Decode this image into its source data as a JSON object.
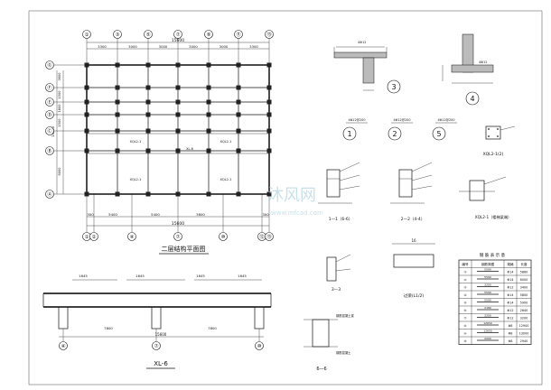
{
  "plan": {
    "top_axes": [
      "①",
      "③",
      "⑤",
      "⑦",
      "⑨",
      "⑪",
      "⑬"
    ],
    "bottom_axes": [
      "①",
      "②",
      "④",
      "⑦",
      "⑩",
      "⑫",
      "⑬"
    ],
    "left_axes": [
      "Ⓖ",
      "Ⓕ",
      "Ⓔ",
      "Ⓓ",
      "Ⓒ",
      "Ⓑ",
      "Ⓐ"
    ],
    "top_total": "15600",
    "top_dims": [
      "3300",
      "3000",
      "3000",
      "3000",
      "3000",
      "3300"
    ],
    "bottom_total": "15600",
    "bottom_dims": [
      "300",
      "5400",
      "5400",
      "3600",
      "300"
    ],
    "left_total": "13500",
    "left_dims": [
      "3600",
      "1500",
      "1800",
      "1500",
      "6000"
    ],
    "beam_labels": [
      "XQL2-1",
      "XQL2-1",
      "XL-6",
      "XQL2-1",
      "XQL2-1"
    ],
    "title": "二层结构平面图"
  },
  "sections_top": {
    "num3": "3",
    "num4": "4"
  },
  "circled": [
    {
      "num": "1",
      "tag": "4Φ12@200"
    },
    {
      "num": "2",
      "tag": "4Φ12@200"
    },
    {
      "num": "5",
      "tag": "4Φ12@200"
    }
  ],
  "mid": {
    "sec11": "1—1（6-6）",
    "sec22": "2—2（4-4）",
    "xql2_12": "XQL2-1(2)",
    "xql2_1": "XQL2-1（楼梯梁端）",
    "sec_label_33": "3—3",
    "lintel_dim": "16",
    "lintel_label": "过梁(L1/2)"
  },
  "table": {
    "title": "钢 筋 表 示 意",
    "headers": [
      "编号",
      "钢筋简图",
      "规格",
      "长度"
    ],
    "rows": [
      [
        "①",
        "5590",
        "Φ14",
        "5860"
      ],
      [
        "②",
        "5590",
        "Φ14",
        "6000"
      ],
      [
        "③",
        "3200",
        "Φ12",
        "3400"
      ],
      [
        "④",
        "5590",
        "Φ14",
        "5800"
      ],
      [
        "⑤",
        "5590",
        "Φ14",
        "5900"
      ],
      [
        "⑥",
        "2180",
        "Φ12",
        "2640"
      ],
      [
        "⑦",
        "3200",
        "Φ12",
        "3200"
      ],
      [
        "⑧",
        "12650",
        "Φ8",
        "12900"
      ],
      [
        "⑨",
        "12650",
        "Φ8",
        "13000"
      ],
      [
        "⑩",
        "2000",
        "Φ8",
        "2940"
      ]
    ]
  },
  "elevation": {
    "label": "XL-6",
    "dims_top": [
      "1645",
      "1645",
      "1645",
      "1645"
    ],
    "bottom_total": "15600",
    "bottom_dims": [
      "7800",
      "7800"
    ],
    "axes": [
      "④",
      "⑦",
      "⑩"
    ]
  },
  "section66": {
    "label": "6—6",
    "top": "钢筋混凝土梁",
    "bot": "钢筋混凝土"
  },
  "watermark": {
    "text": "沐风网",
    "sub": "www.mfcad.com"
  }
}
